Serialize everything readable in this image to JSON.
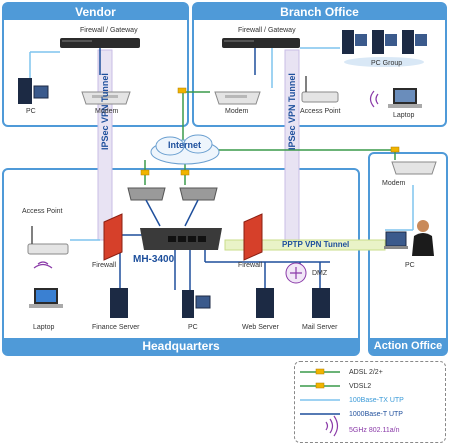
{
  "sections": {
    "vendor": "Vendor",
    "branch": "Branch Office",
    "hq": "Headquarters",
    "action": "Action Office"
  },
  "devices": {
    "vendor_gateway": "Firewall / Gateway",
    "vendor_pc": "PC",
    "vendor_modem": "Modem",
    "branch_gateway": "Firewall / Gateway",
    "branch_pc_group": "PC Group",
    "branch_modem": "Modem",
    "branch_ap": "Access Point",
    "branch_laptop": "Laptop",
    "internet": "Internet",
    "hq_ap": "Access Point",
    "hq_laptop": "Laptop",
    "hq_firewall_left": "Firewall",
    "hq_firewall_right": "Firewall",
    "router_model": "MH-3400",
    "dmz": "DMZ",
    "finance_server": "Finance Server",
    "hq_pc": "PC",
    "web_server": "Web Server",
    "mail_server": "Mail Server",
    "action_modem": "Modem",
    "action_pc": "PC"
  },
  "tunnels": {
    "ipsec_left": "IPSec VPN Tunnel",
    "ipsec_right": "IPSec VPN Tunnel",
    "pptp": "PPTP VPN Tunnel"
  },
  "legend": [
    {
      "label": "ADSL 2/2+",
      "color": "#3a9a4a",
      "kind": "badge"
    },
    {
      "label": "VDSL2",
      "color": "#3a9a4a",
      "kind": "badge"
    },
    {
      "label": "100Base-TX UTP",
      "color": "#7fc4ee",
      "kind": "line"
    },
    {
      "label": "1000Base-T UTP",
      "color": "#1f4f9c",
      "kind": "line"
    },
    {
      "label": "5GHz 802.11a/n",
      "color": "#8a3aa8",
      "kind": "wireless"
    }
  ]
}
